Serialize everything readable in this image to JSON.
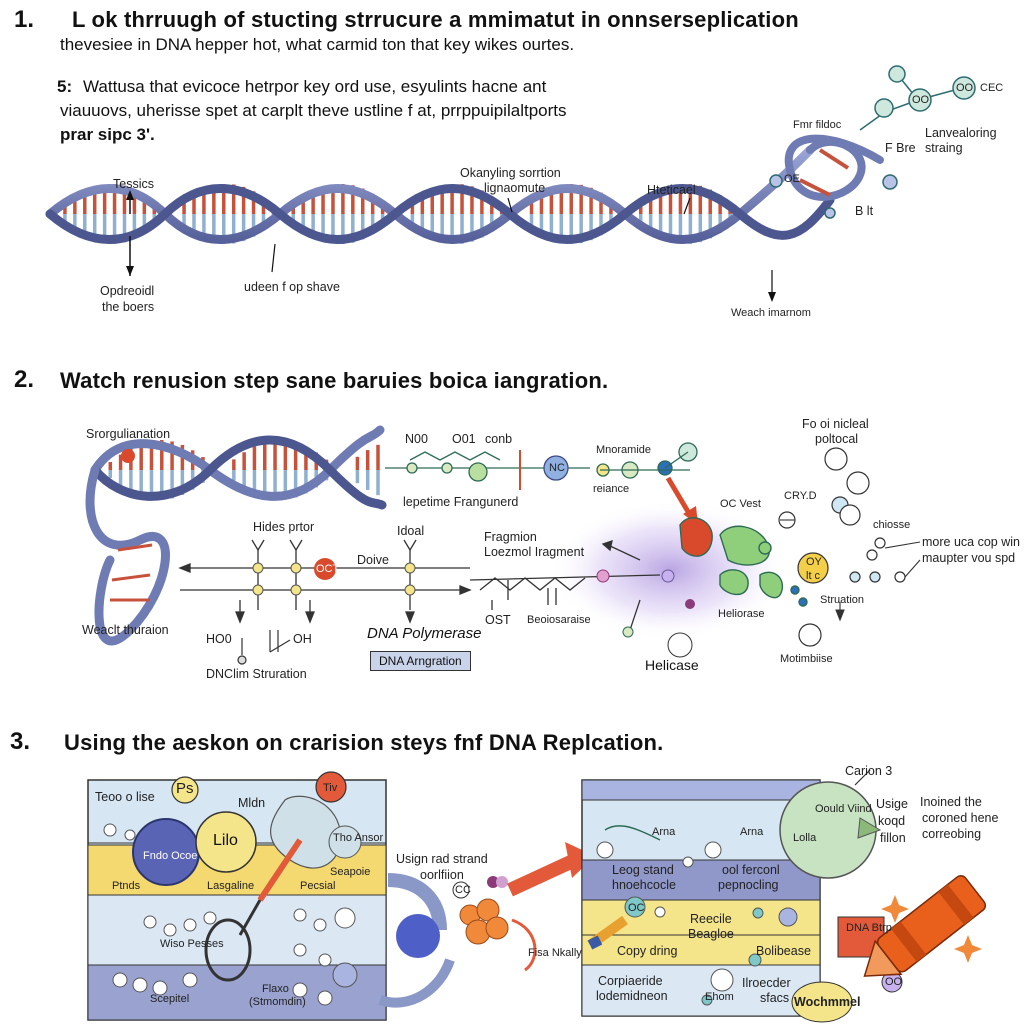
{
  "section1": {
    "number": "1.",
    "heading": "L ok thrruugh of stucting strrucure a mmimatut in onnserseplication",
    "subheading": "thevesiee in DNA hepper hot, what carmid ton that key wikes ourtes.",
    "note_prefix": "5:",
    "note_line1": "Wattusa that evicoce hetrpor key ord use, esyulints hacne ant",
    "note_line2": "viauuovs, uherisse spet at carplt theve ustline f at, prrppuipilaltports",
    "note_line3": "prar sipc 3'.",
    "labels": {
      "tessics": "Tessics",
      "opdreoidl": "Opdreoidl",
      "the_boers": "the boers",
      "okanyling": "Okanyling sorrtion",
      "lignaomute": "lignaomute",
      "ideen": "udeen f op shave",
      "hteticael": "Hteticael",
      "weach": "Weach imarnom",
      "fmr_fildoc": "Fmr fildoc",
      "f_bre": "F Bre",
      "lanvealoring": "Lanvealoring",
      "straing": "straing",
      "oe": "OE",
      "b_lt": "B lt",
      "oo1": "OO",
      "oo2": "OO",
      "cec": "CEC"
    }
  },
  "section2": {
    "number": "2.",
    "heading": "Watch renusion step sane baruies boica iangration.",
    "labels": {
      "srorgulianation": "Srorgulianation",
      "weaclt": "Weaclt thuraion",
      "n00": "N00",
      "o01": "O01",
      "conb": "conb",
      "lepetime": "lepetime Frangunerd",
      "mnoramide": "Mnoramide",
      "reiance": "reiance",
      "nc": "NC",
      "hides": "Hides prtor",
      "idoal": "Idoal",
      "doive": "Doive",
      "oct": "OCT",
      "fragmion": "Fragmion",
      "loezmol": "Loezmol Iragment",
      "ho0": "HO0",
      "oh": "OH",
      "dnclim": "DNClim Struration",
      "dna_poly": "DNA Polymerase",
      "dna_box": "DNA Arngration",
      "ost": "OST",
      "beoiosaraise": "Beoiosaraise",
      "helicase_big": "Helicase",
      "heliorase": "Heliorase",
      "oc_vest": "OC Vest",
      "fo_chemical": "Fo oi nicleal",
      "poltocal": "poltocal",
      "cryd": "CRY.D",
      "chiosse": "chiosse",
      "more_uca": "more uca cop win",
      "maupter": "maupter vou spd",
      "struation": "Struation",
      "motimbiise": "Motimbiise",
      "oy": "OY",
      "ltc": "lt c"
    }
  },
  "section3": {
    "number": "3.",
    "heading": "Using the aeskon on crarision steys fnf DNA Replcation.",
    "labels": {
      "teoo": "Teoo o lise",
      "ps": "Ps",
      "mldn": "Mldn",
      "tiv": "Tiv",
      "fndo_ocoe": "Fndo Ocoe",
      "lilo": "Lilo",
      "ptnds": "Ptnds",
      "lasgaline": "Lasgaline",
      "pecsial": "Pecsial",
      "tho_ansor": "Tho Ansor",
      "seapoie": "Seapoie",
      "wiso_pesses": "Wiso Pesses",
      "scepitel": "Scepitel",
      "flaxo": "Flaxo",
      "stmomdin": "(Stmomdin)",
      "usign_rad": "Usign rad strand",
      "oorlfiion": "oorlfiion",
      "cc": "CC",
      "fisa_nkally": "Fisa Nkally",
      "arna": "Arna",
      "leog_stand": "Leog stand",
      "hnoehcocle": "hnoehcocle",
      "ool_fercinl": "ool ferconl",
      "pepnocling": "pepnocling",
      "oc_bot": "OC",
      "reecile": "Reecile",
      "beagloe": "Beagloe",
      "copy_dring": "Copy dring",
      "bolibease": "Bolibease",
      "corpiaeride": "Corpiaeride",
      "lodemidneon": "lodemidneon",
      "ehom": "Ehom",
      "llroecder": "Ilroecder",
      "sfacs": "sfacs",
      "carion3": "Carion 3",
      "oould_viind": "Oould Viind",
      "lolla": "Lolla",
      "usige": "Usige",
      "koqd": "koqd",
      "fillon": "fillon",
      "inoined": "Inoined the",
      "coroned": "coroned hene",
      "correobing": "correobing",
      "dna_btp": "DNA Btrp",
      "oo3": "OO",
      "wochmmel": "Wochmmel"
    }
  },
  "colors": {
    "backbone": "#6f7bb3",
    "backbone_dark": "#3f4a84",
    "rung_red": "#c7523b",
    "rung_blue": "#8fb0cf",
    "node_green": "#d9eac2",
    "node_yellow": "#f4e58a",
    "node_blue": "#bfd8ea",
    "accent_red": "#d94a2c",
    "crayon_orange": "#e85a1b"
  }
}
